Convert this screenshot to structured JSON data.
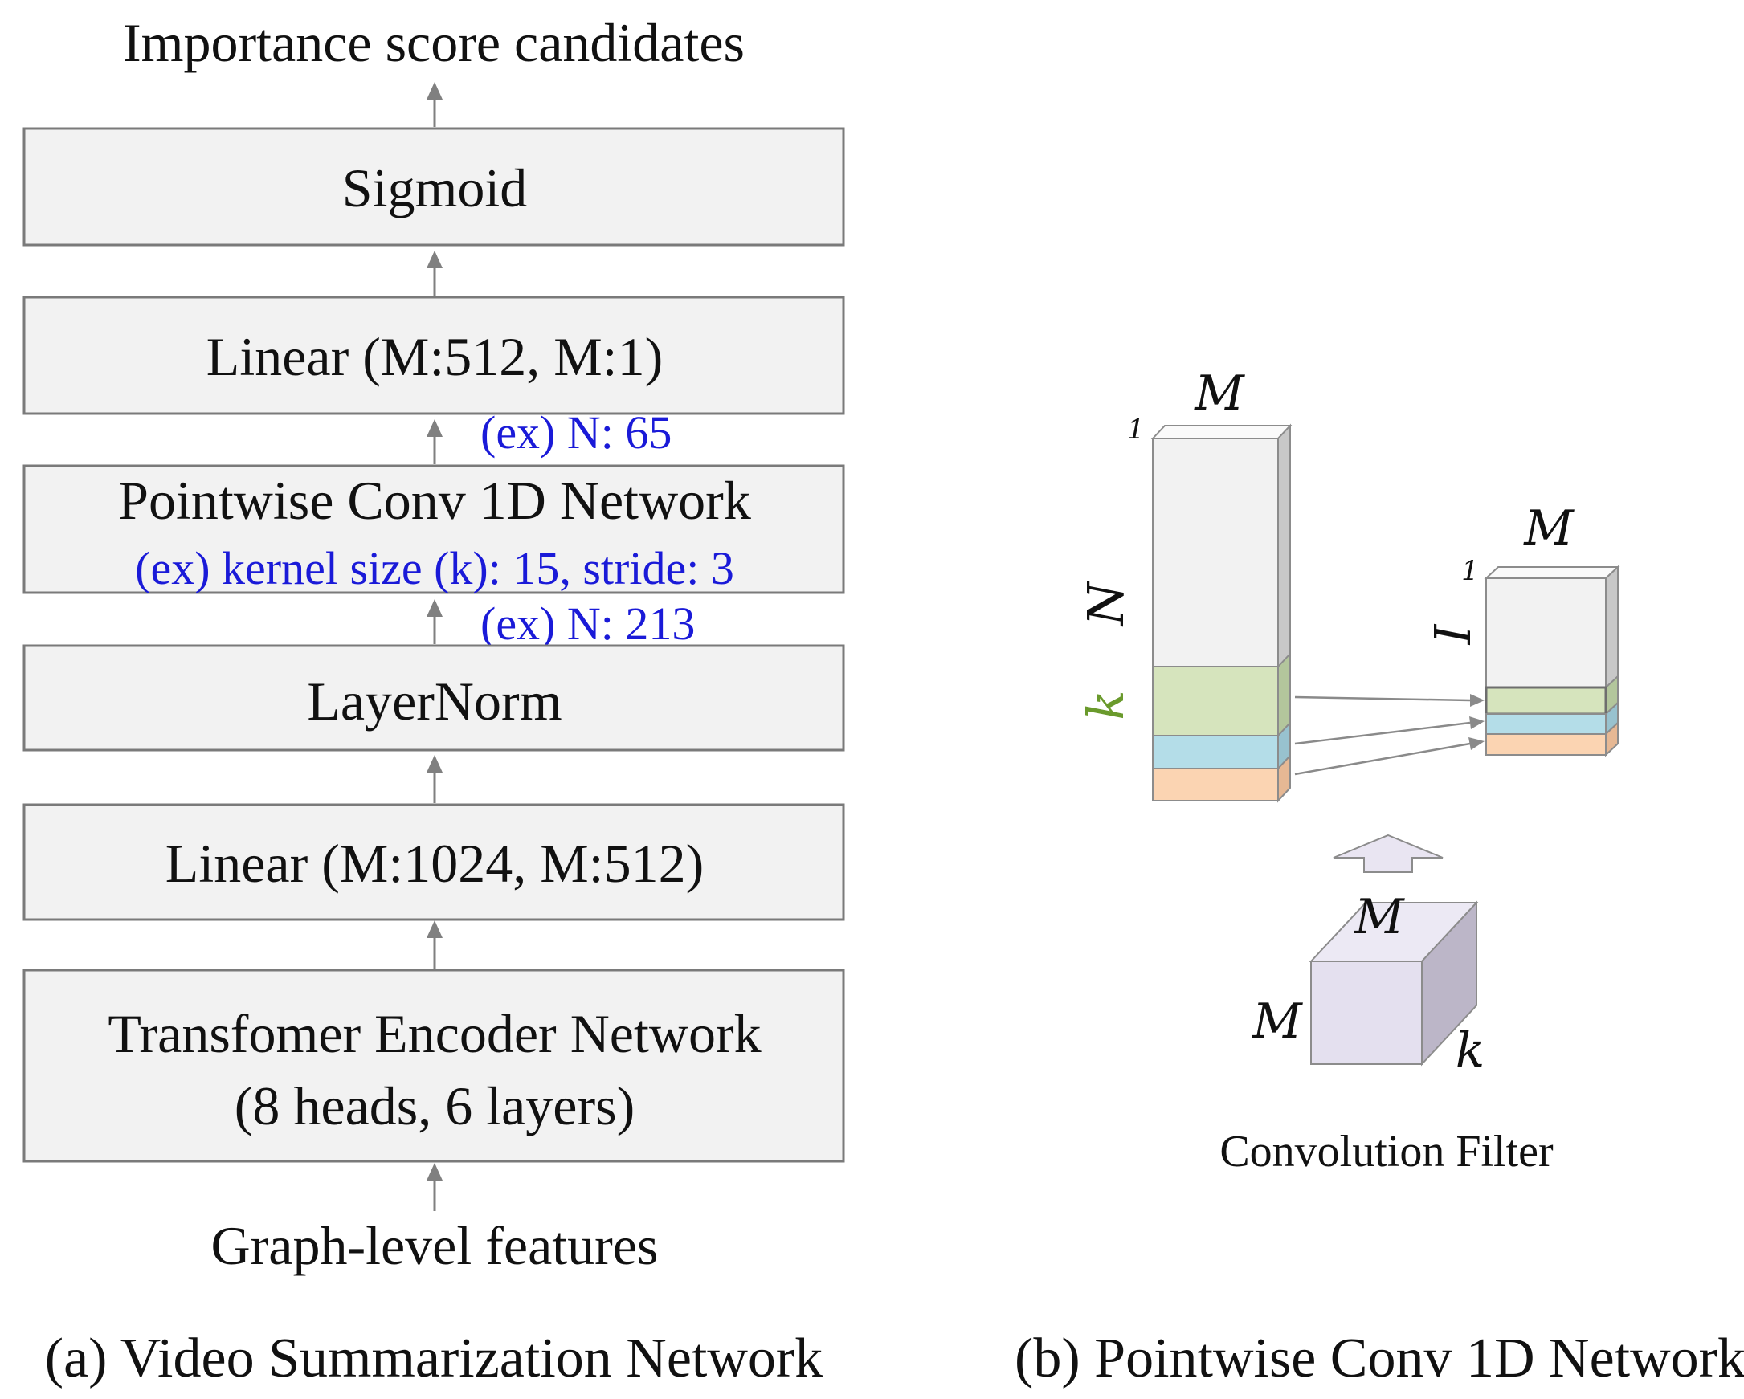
{
  "panel_a": {
    "output_label": "Importance score candidates",
    "input_label": "Graph-level features",
    "caption": "(a) Video Summarization Network",
    "blocks": {
      "sigmoid": "Sigmoid",
      "linear2": "Linear (M:512, M:1)",
      "pwconv": "Pointwise Conv 1D Network",
      "layernorm": "LayerNorm",
      "linear1": "Linear (M:1024, M:512)",
      "transformer_line1": "Transfomer Encoder Network",
      "transformer_line2": "(8 heads, 6 layers)"
    },
    "annotations": {
      "n_out": "(ex) N: 65",
      "kernel": "(ex) kernel size (k): 15, stride: 3",
      "n_in": "(ex) N: 213"
    }
  },
  "panel_b": {
    "caption": "(b) Pointwise Conv 1D Network",
    "filter_label": "Convolution Filter",
    "input_tensor": {
      "width_label": "M",
      "depth_label": "1",
      "height_label": "N",
      "kernel_label": "k"
    },
    "output_tensor": {
      "width_label": "M",
      "depth_label": "1",
      "height_label": "I"
    },
    "filter": {
      "top_label": "M",
      "left_label": "M",
      "depth_label": "k"
    },
    "colors": {
      "kernel_green": "#d6e4bd",
      "blue_band": "#b4dde8",
      "orange_band": "#fbd4b2",
      "tensor": "#f2f2f2",
      "filter": "#e4e0ef",
      "k_label": "#6a9a2c"
    }
  }
}
